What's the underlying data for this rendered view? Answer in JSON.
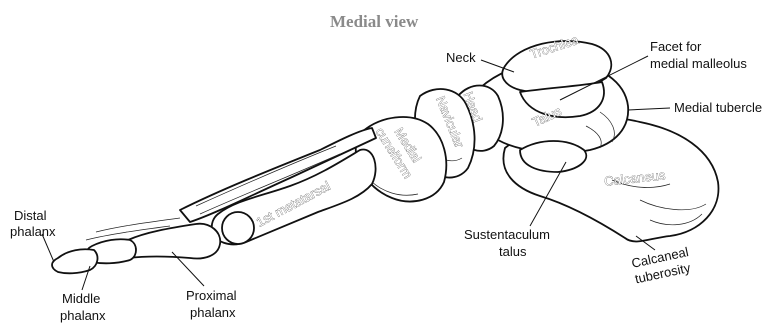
{
  "title": "Medial view",
  "labels": {
    "neck": "Neck",
    "trochlea": "Trochlea",
    "facet_line1": "Facet for",
    "facet_line2": "medial malleolus",
    "medial_tubercle": "Medial tubercle",
    "head": "Head",
    "talus": "Talus",
    "navicular": "Navicular",
    "medial_cuneiform_1": "Medial",
    "medial_cuneiform_2": "cuneiform",
    "first_metatarsal": "1st metatarsal",
    "calcaneus": "Calcaneus",
    "sustentaculum_1": "Sustentaculum",
    "sustentaculum_2": "talus",
    "calcaneal_tuberosity_1": "Calcaneal",
    "calcaneal_tuberosity_2": "tuberosity",
    "distal_phalanx_1": "Distal",
    "distal_phalanx_2": "phalanx",
    "middle_phalanx_1": "Middle",
    "middle_phalanx_2": "phalanx",
    "proximal_phalanx_1": "Proximal",
    "proximal_phalanx_2": "phalanx"
  }
}
